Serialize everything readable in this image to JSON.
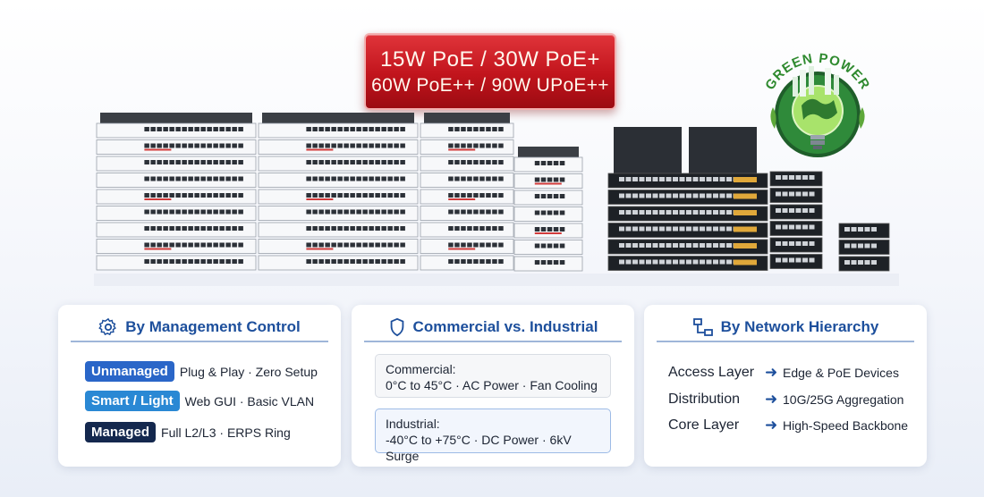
{
  "banner": {
    "line1": "15W PoE / 30W PoE+",
    "line2": "60W PoE++ / 90W UPoE++"
  },
  "logo": {
    "text": "GREEN POWER",
    "icon": "globe-lightbulb-icon"
  },
  "management": {
    "title": "By Management Control",
    "icon": "gear-icon",
    "items": [
      {
        "badge": "Unmanaged",
        "desc": "Plug & Play · Zero Setup"
      },
      {
        "badge": "Smart / Light",
        "desc": "Web GUI · Basic VLAN"
      },
      {
        "badge": "Managed",
        "desc": "Full L2/L3 · ERPS Ring"
      }
    ]
  },
  "environment": {
    "title": "Commercial vs. Industrial",
    "icon": "shield-icon",
    "commercial": {
      "label": "Commercial:",
      "desc": "0°C to 45°C · AC Power · Fan Cooling"
    },
    "industrial": {
      "label": "Industrial:",
      "desc": "-40°C to +75°C · DC Power · 6kV Surge"
    }
  },
  "hierarchy": {
    "title": "By Network Hierarchy",
    "icon": "network-hierarchy-icon",
    "items": [
      {
        "layer": "Access Layer",
        "desc": "Edge & PoE Devices"
      },
      {
        "layer": "Distribution",
        "desc": "10G/25G Aggregation"
      },
      {
        "layer": "Core Layer",
        "desc": "High-Speed Backbone"
      }
    ]
  },
  "colors": {
    "banner_red": "#c1141c",
    "title_blue": "#1d4f9c",
    "badge_unmanaged": "#2a66c8",
    "badge_smart": "#2a88d4",
    "badge_managed": "#14284e",
    "green": "#3a9a3a"
  }
}
